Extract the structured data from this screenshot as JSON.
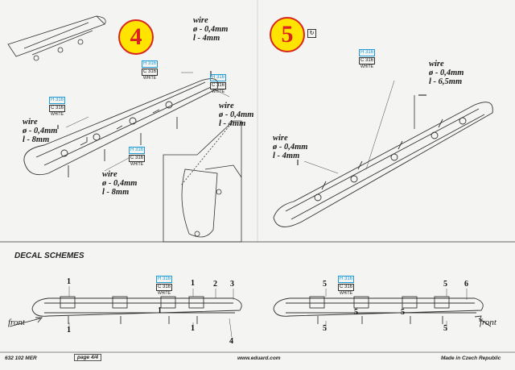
{
  "steps": {
    "step4": {
      "number": "4"
    },
    "step5": {
      "number": "5"
    }
  },
  "wire_labels": [
    {
      "word": "wire",
      "dia": "ø - 0,4mm",
      "len": "l - 4mm"
    },
    {
      "word": "wire",
      "dia": "ø - 0,4mm",
      "len": "l - 4mm"
    },
    {
      "word": "wire",
      "dia": "ø - 0,4mm",
      "len": "l - 8mm"
    },
    {
      "word": "wire",
      "dia": "ø - 0,4mm",
      "len": "l - 8mm"
    },
    {
      "word": "wire",
      "dia": "ø - 0,4mm",
      "len": "l - 6,5mm"
    },
    {
      "word": "wire",
      "dia": "ø - 0,4mm",
      "len": "l - 4mm"
    }
  ],
  "paint": {
    "h": "H 316",
    "c": "C 316",
    "w": "WHITE"
  },
  "decal": {
    "heading": "DECAL SCHEMES",
    "front": "front",
    "left_nums": [
      "1",
      "1",
      "1",
      "2",
      "3",
      "1",
      "1",
      "4"
    ],
    "right_nums": [
      "5",
      "5",
      "5",
      "6",
      "5",
      "5",
      "5"
    ]
  },
  "footer": {
    "code": "632 102  MER",
    "page": "page 4/4",
    "url": "www.eduard.com",
    "made": "Made in Czech Republic"
  },
  "colors": {
    "badge_fill": "#ffe400",
    "badge_ring": "#d9251d",
    "paint_h": "#1e9bd7"
  }
}
